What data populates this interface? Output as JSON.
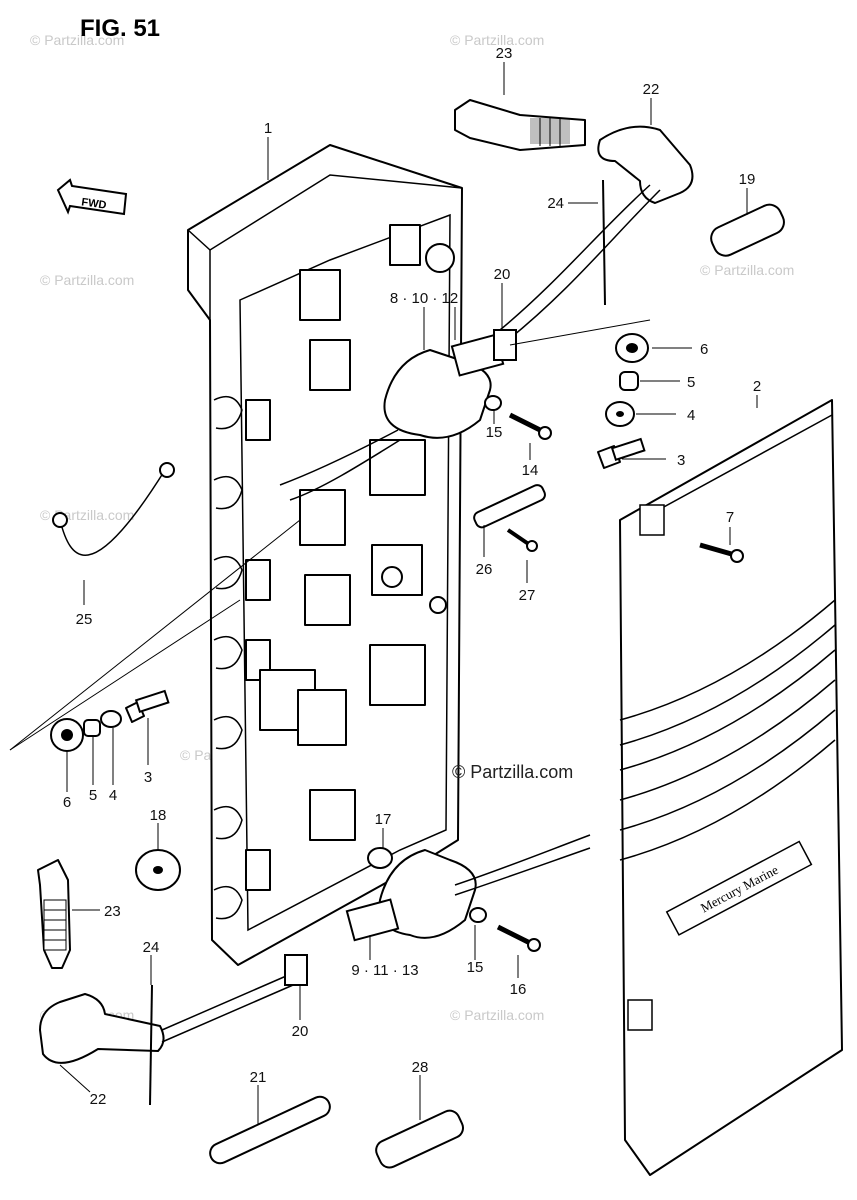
{
  "figure": {
    "title": "FIG. 51"
  },
  "direction_arrow": {
    "text": "FWD"
  },
  "watermark": {
    "text": "© Partzilla.com"
  },
  "cover_logo": {
    "text": "Mercury Marine"
  },
  "callouts": [
    {
      "id": "c1",
      "label": "1"
    },
    {
      "id": "c2",
      "label": "2"
    },
    {
      "id": "c3a",
      "label": "3"
    },
    {
      "id": "c3b",
      "label": "3"
    },
    {
      "id": "c4a",
      "label": "4"
    },
    {
      "id": "c4b",
      "label": "4"
    },
    {
      "id": "c5a",
      "label": "5"
    },
    {
      "id": "c5b",
      "label": "5"
    },
    {
      "id": "c6a",
      "label": "6"
    },
    {
      "id": "c6b",
      "label": "6"
    },
    {
      "id": "c7",
      "label": "7"
    },
    {
      "id": "c8",
      "label": "8 · 10 · 12"
    },
    {
      "id": "c9",
      "label": "9 · 11 · 13"
    },
    {
      "id": "c14",
      "label": "14"
    },
    {
      "id": "c15a",
      "label": "15"
    },
    {
      "id": "c15b",
      "label": "15"
    },
    {
      "id": "c16",
      "label": "16"
    },
    {
      "id": "c17",
      "label": "17"
    },
    {
      "id": "c18",
      "label": "18"
    },
    {
      "id": "c19",
      "label": "19"
    },
    {
      "id": "c20a",
      "label": "20"
    },
    {
      "id": "c20b",
      "label": "20"
    },
    {
      "id": "c21",
      "label": "21"
    },
    {
      "id": "c22a",
      "label": "22"
    },
    {
      "id": "c22b",
      "label": "22"
    },
    {
      "id": "c23a",
      "label": "23"
    },
    {
      "id": "c23b",
      "label": "23"
    },
    {
      "id": "c24a",
      "label": "24"
    },
    {
      "id": "c24b",
      "label": "24"
    },
    {
      "id": "c25",
      "label": "25"
    },
    {
      "id": "c26",
      "label": "26"
    },
    {
      "id": "c27",
      "label": "27"
    },
    {
      "id": "c28",
      "label": "28"
    }
  ]
}
